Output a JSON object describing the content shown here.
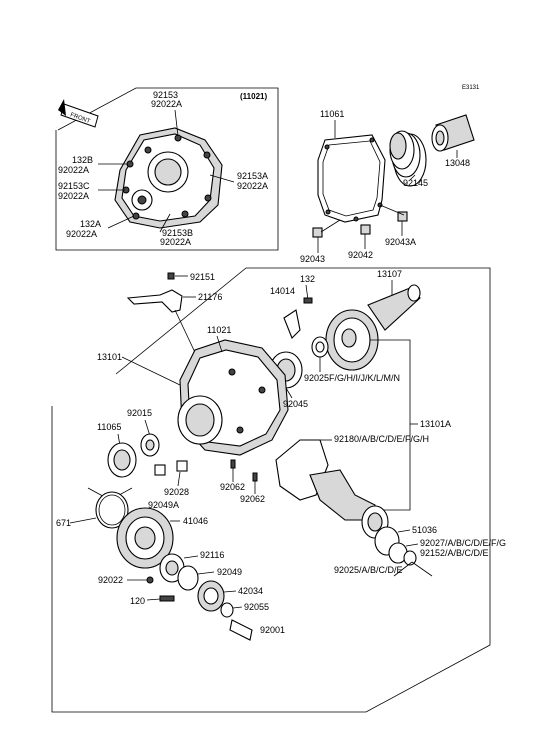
{
  "diagram": {
    "ref_code": "E3131",
    "front_label": "FRONT",
    "assembly_ref": "(11021)",
    "labels": {
      "p92153_top": "92153",
      "p92022a_top": "92022A",
      "p132b": "132B",
      "p92022a_l1": "92022A",
      "p92153c": "92153C",
      "p92022a_l2": "92022A",
      "p92153a": "92153A",
      "p92022a_r1": "92022A",
      "p132a": "132A",
      "p92022a_l3": "92022A",
      "p92153b": "92153B",
      "p92022a_r2": "92022A",
      "p11061": "11061",
      "p13048": "13048",
      "p92145": "92145",
      "p92043": "92043",
      "p92042": "92042",
      "p92043a": "92043A",
      "p92151": "92151",
      "p21176": "21176",
      "p132": "132",
      "p13107": "13107",
      "p14014": "14014",
      "p11021": "11021",
      "p13101": "13101",
      "p92025_top": "92025F/G/H/I/J/K/L/M/N",
      "p92045": "92045",
      "p13101a": "13101A",
      "p92015": "92015",
      "p11065": "11065",
      "p92180": "92180/A/B/C/D/E/F/G/H",
      "p92028": "92028",
      "p92062a": "92062",
      "p92062b": "92062",
      "p92049a": "92049A",
      "p671": "671",
      "p41046": "41046",
      "p51036": "51036",
      "p92027": "92027/A/B/C/D/E/F/G",
      "p92152": "92152/A/B/C/D/E",
      "p92116": "92116",
      "p92025_bot": "92025/A/B/C/D/E",
      "p92022": "92022",
      "p92049": "92049",
      "p42034": "42034",
      "p120": "120",
      "p92055": "92055",
      "p92001": "92001"
    }
  }
}
